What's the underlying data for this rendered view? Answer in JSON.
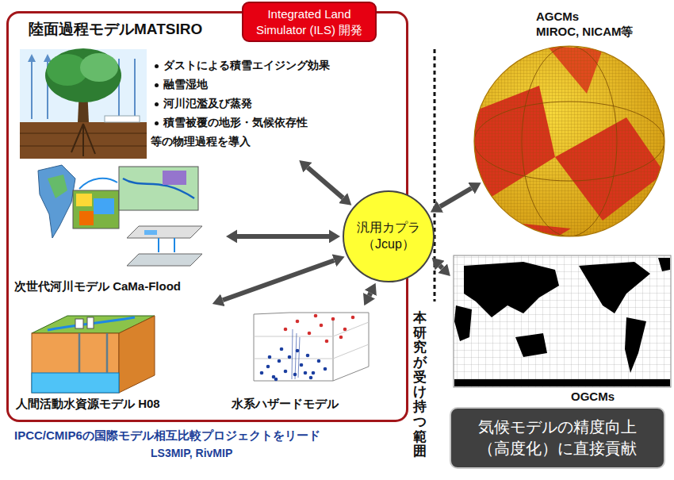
{
  "diagram": {
    "nodes": [
      {
        "text": [
          "Integrated Land Simulator (ILS) 開発"
        ]
      },
      {
        "text": [
          "陸面過程モデルMATSIRO",
          "ダストによる積雪エイジング効果",
          "融雪湿地",
          "河川氾濫及び蒸発",
          "積雪被覆の地形・気候依存性",
          "等の物理過程を導入"
        ],
        "in": 0
      },
      {
        "text": [
          "次世代河川モデル CaMa-Flood"
        ],
        "in": 0
      },
      {
        "text": [
          "人間活動水資源モデル H08"
        ],
        "in": 0
      },
      {
        "text": [
          "水系ハザードモデル"
        ],
        "in": 0
      },
      {
        "text": [
          "汎用カプラ （Jcup）"
        ]
      },
      {
        "text": [
          "AGCMs",
          "MIROC, NICAM等"
        ]
      },
      {
        "text": [
          "OGCMs"
        ]
      },
      {
        "text": [
          "気候モデルの精度向上 （高度化）に直接貢献"
        ]
      }
    ],
    "edges": [
      {
        "from": 1,
        "to": 5,
        "arrow": "both"
      },
      {
        "from": 2,
        "to": 5,
        "arrow": "both"
      },
      {
        "from": 3,
        "to": 5,
        "arrow": "both"
      },
      {
        "from": 4,
        "to": 5,
        "arrow": "both"
      },
      {
        "from": 5,
        "to": 6,
        "arrow": "both"
      },
      {
        "from": 5,
        "to": 7,
        "arrow": "both"
      }
    ],
    "labels": [
      "本研究が受け持つ範囲",
      "IPCC/CMIP6の国際モデル相互比較プロジェクトをリード",
      "LS3MIP, RivMIP"
    ]
  }
}
